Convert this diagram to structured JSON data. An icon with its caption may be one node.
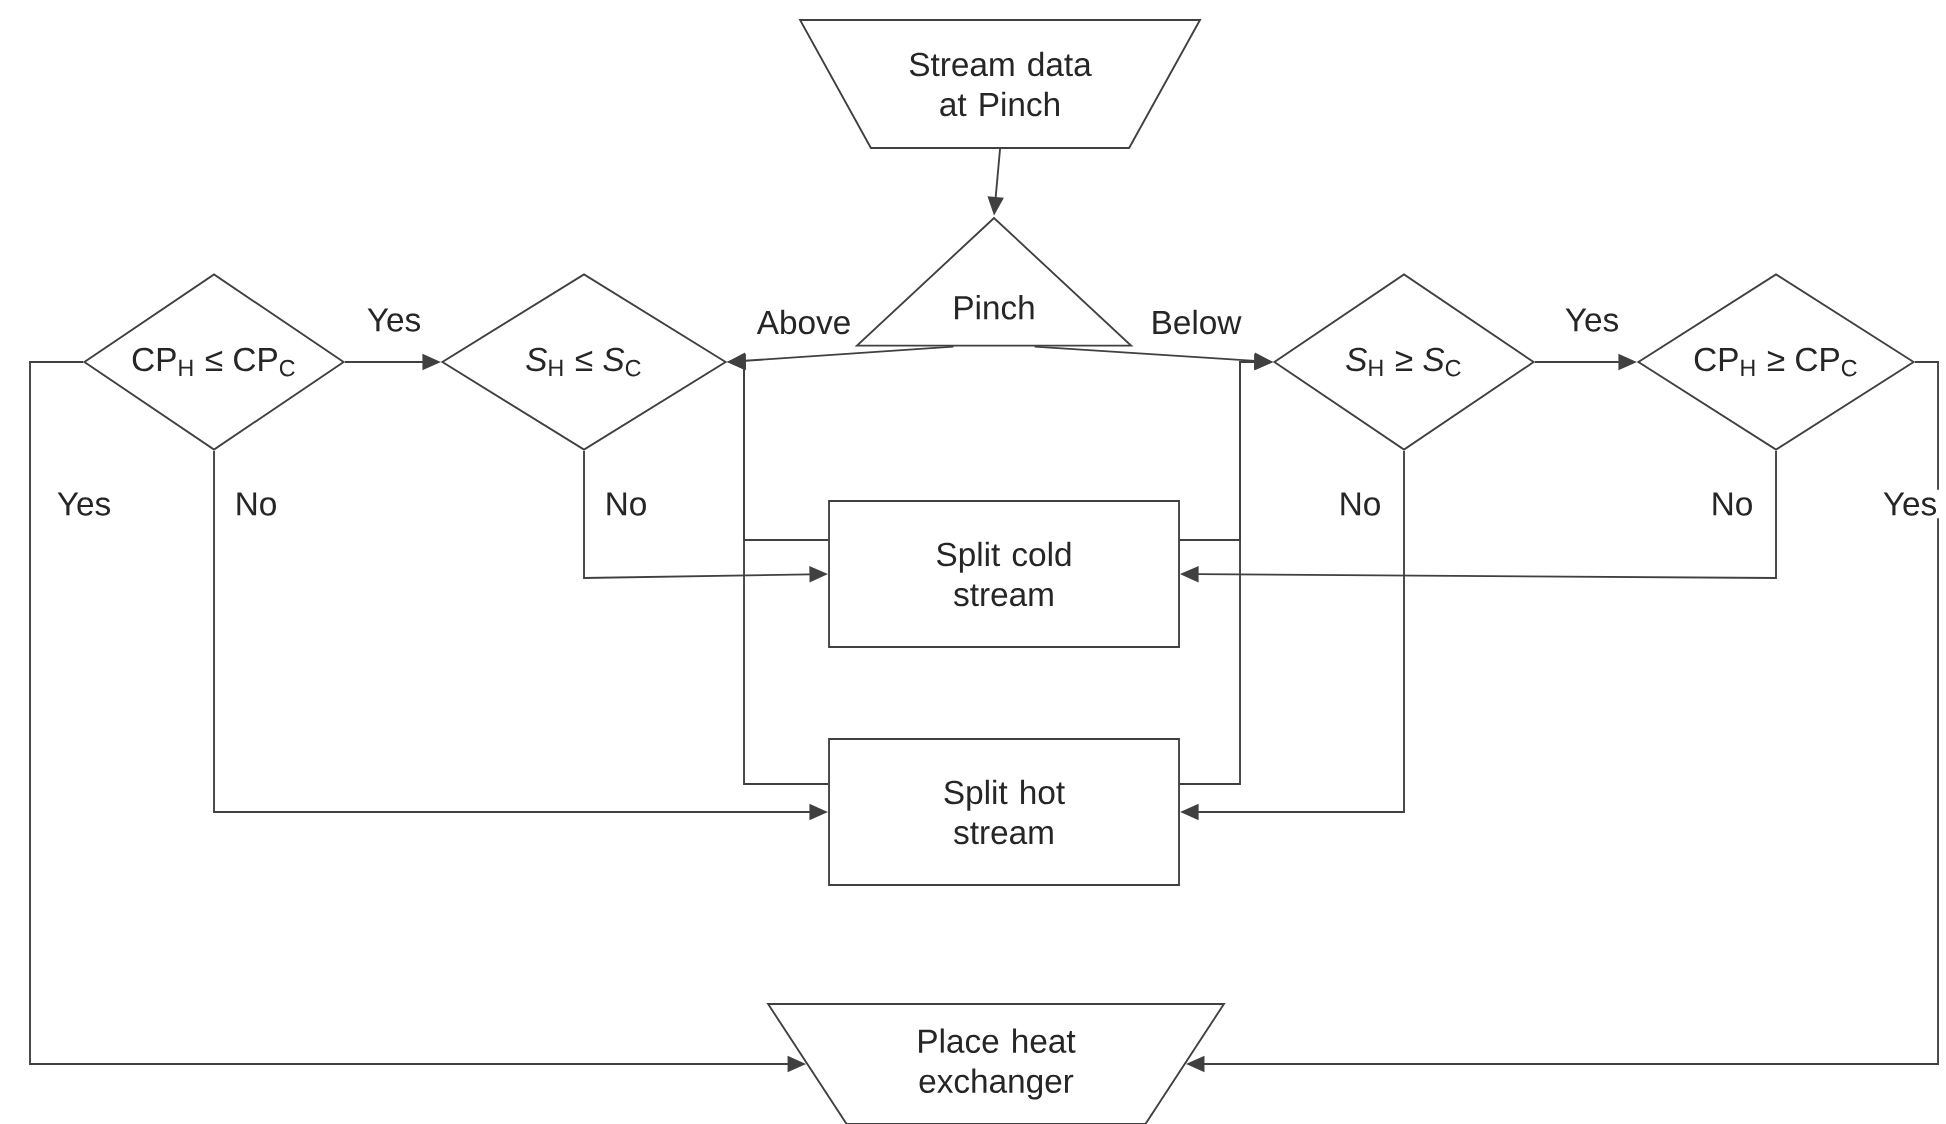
{
  "diagram": {
    "nodes": [
      {
        "text": [
          "Stream data at Pinch"
        ]
      },
      {
        "text": [
          "CP$_{H}$ ≤ CP$_{C}$"
        ]
      },
      {
        "text": [
          "*S*$_{H}$ ≤ *S*$_{C}$"
        ]
      },
      {
        "text": [
          "Pinch"
        ]
      },
      {
        "text": [
          "*S*$_{H}$ ≥ *S*$_{C}$"
        ]
      },
      {
        "text": [
          "CP$_{H}$ ≥ CP$_{C}$"
        ]
      },
      {
        "text": [
          "Split cold stream"
        ]
      },
      {
        "text": [
          "Split hot stream"
        ]
      },
      {
        "text": [
          "Place heat exchanger"
        ]
      }
    ],
    "edges": [
      {
        "from": 0,
        "to": 3,
        "arrow": "to"
      },
      {
        "from": 3,
        "to": 2,
        "arrow": "to",
        "label": "Above"
      },
      {
        "from": 3,
        "to": 4,
        "arrow": "to",
        "label": "Below"
      },
      {
        "from": 1,
        "to": 2,
        "arrow": "to",
        "label": "Yes"
      },
      {
        "from": 4,
        "to": 5,
        "arrow": "to",
        "label": "Yes"
      },
      {
        "from": 1,
        "to": 8,
        "arrow": "to",
        "label": "Yes"
      },
      {
        "from": 1,
        "to": 7,
        "arrow": "to",
        "label": "No"
      },
      {
        "from": 2,
        "to": 6,
        "arrow": "to",
        "label": "No"
      },
      {
        "from": 4,
        "to": 7,
        "arrow": "to",
        "label": "No"
      },
      {
        "from": 5,
        "to": 6,
        "arrow": "to",
        "label": "No"
      },
      {
        "from": 5,
        "to": 8,
        "arrow": "to",
        "label": "Yes"
      },
      {
        "from": 6,
        "to": 2,
        "arrow": "to"
      },
      {
        "from": 7,
        "to": 2,
        "arrow": "to"
      },
      {
        "from": 6,
        "to": 4,
        "arrow": "to"
      },
      {
        "from": 7,
        "to": 4,
        "arrow": "to"
      }
    ]
  }
}
